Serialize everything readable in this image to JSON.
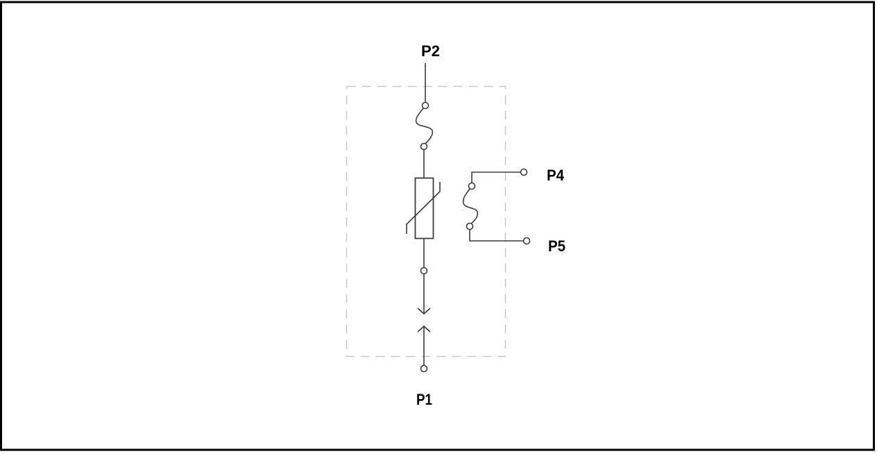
{
  "diagram": {
    "type": "electrical-schematic",
    "description": "Surge protection device with varistor, thermal fuse and remote signalling contact",
    "frame": {
      "stroke": "#000000",
      "stroke_width": 3
    },
    "enclosure": {
      "style": "dashed",
      "stroke": "#c8c8c8"
    },
    "wire_color": "#3c3c3c",
    "terminals": {
      "p1": "P1",
      "p2": "P2",
      "p4": "P4",
      "p5": "P5"
    },
    "components": [
      {
        "id": "main-fuse",
        "kind": "fuse",
        "between": [
          "P2",
          "varistor"
        ]
      },
      {
        "id": "varistor",
        "kind": "varistor (VDR)",
        "between": [
          "main-fuse",
          "disconnect"
        ]
      },
      {
        "id": "disconnect",
        "kind": "plug-in disconnect",
        "between": [
          "varistor",
          "P1"
        ]
      },
      {
        "id": "signal-fuse",
        "kind": "thermal contact / fuse",
        "between": [
          "P4",
          "P5"
        ]
      }
    ]
  }
}
